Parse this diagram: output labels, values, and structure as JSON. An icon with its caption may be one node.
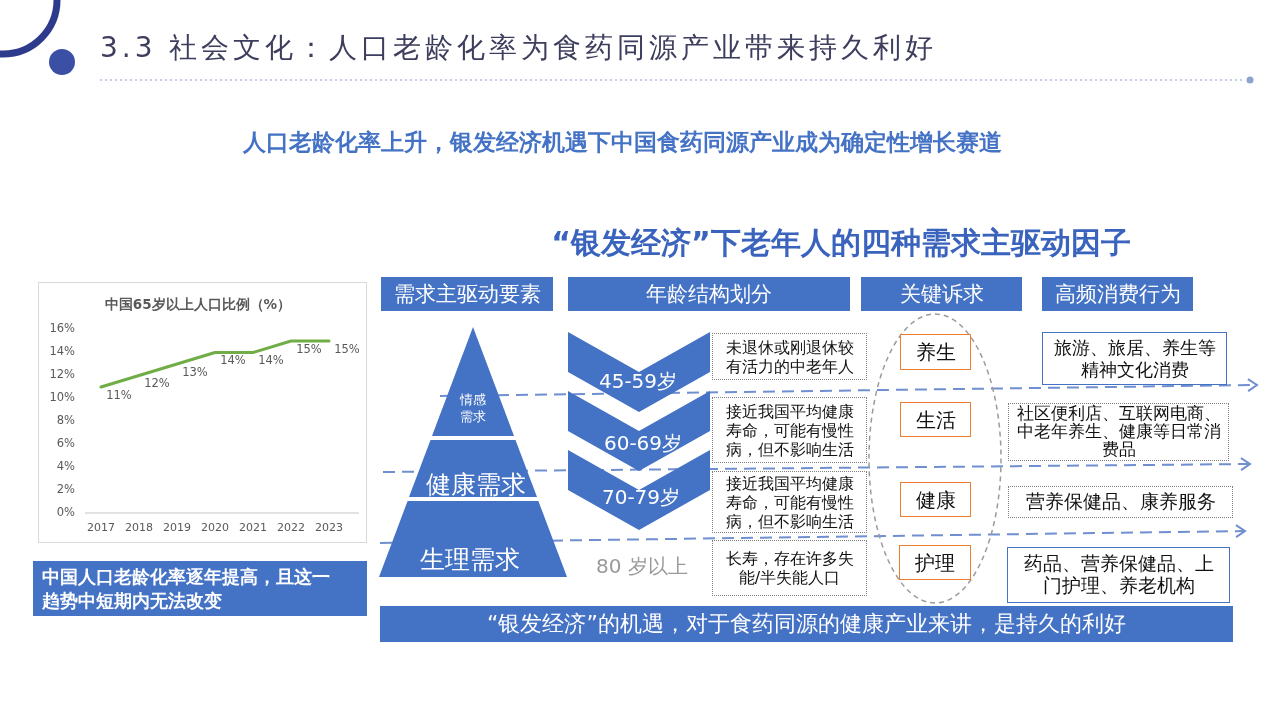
{
  "diagram": {
    "title": "3.3 社会文化：人口老龄化率为食药同源产业带来持久利好",
    "nodes": [
      {
        "text": [
          "需求主驱动要素"
        ]
      },
      {
        "text": [
          "年龄结构划分"
        ]
      },
      {
        "text": [
          "关键诉求"
        ]
      },
      {
        "text": [
          "高频消费行为"
        ]
      },
      {
        "text": [
          "情感需求"
        ]
      },
      {
        "text": [
          "健康需求"
        ]
      },
      {
        "text": [
          "生理需求"
        ]
      },
      {
        "text": [
          "45-59岁"
        ]
      },
      {
        "text": [
          "60-69岁"
        ]
      },
      {
        "text": [
          "70-79岁"
        ]
      },
      {
        "text": [
          "未退休或刚退休较有活力的中老年人"
        ]
      },
      {
        "text": [
          "接近我国平均健康寿命，可能有慢性病，但不影响生活"
        ]
      },
      {
        "text": [
          "接近我国平均健康寿命，可能有慢性病，但不影响生活"
        ]
      },
      {
        "text": [
          "长寿，存在许多失能/半失能人口"
        ]
      },
      {
        "text": [],
        "shape": "ellipse"
      },
      {
        "text": [
          "养生"
        ],
        "in": 14
      },
      {
        "text": [
          "生活"
        ],
        "in": 14
      },
      {
        "text": [
          "健康"
        ],
        "in": 14
      },
      {
        "text": [
          "护理"
        ],
        "in": 14
      },
      {
        "text": [
          "旅游、旅居、养生等精神文化消费"
        ]
      },
      {
        "text": [
          "社区便利店、互联网电商、中老年养生、健康等日常消费品"
        ]
      },
      {
        "text": [
          "营养保健品、康养服务"
        ]
      },
      {
        "text": [
          "药品、营养保健品、上门护理、养老机构"
        ]
      },
      {
        "text": [
          "“银发经济”的机遇，对于食药同源的健康产业来讲，是持久的利好"
        ]
      },
      {
        "text": [
          "中国人口老龄化率逐年提高，且这一趋势中短期内无法改变"
        ]
      }
    ],
    "labels": [
      "人口老龄化率上升，银发经济机遇下中国食药同源产业成为确定性增长赛道",
      "“银发经济”下老年人的四种需求主驱动因子",
      "80 岁以上"
    ],
    "chart_data": {
      "type": "line",
      "title": "中国65岁以上人口比例（%）",
      "categories": [
        "2017",
        "2018",
        "2019",
        "2020",
        "2021",
        "2022",
        "2023"
      ],
      "series": [
        {
          "color": "#70ad47",
          "values": [
            11,
            12,
            13,
            14,
            14,
            15,
            15
          ]
        }
      ],
      "ylim": [
        0,
        16
      ],
      "yticks": [
        {
          "value": 0,
          "label": "0%"
        },
        {
          "value": 2,
          "label": "2%"
        },
        {
          "value": 4,
          "label": "4%"
        },
        {
          "value": 6,
          "label": "6%"
        },
        {
          "value": 8,
          "label": "8%"
        },
        {
          "value": 10,
          "label": "10%"
        },
        {
          "value": 12,
          "label": "12%"
        },
        {
          "value": 14,
          "label": "14%"
        },
        {
          "value": 16,
          "label": "16%"
        }
      ],
      "value_labels": [
        "11%",
        "12%",
        "13%",
        "14%",
        "14%",
        "15%",
        "15%"
      ]
    }
  }
}
